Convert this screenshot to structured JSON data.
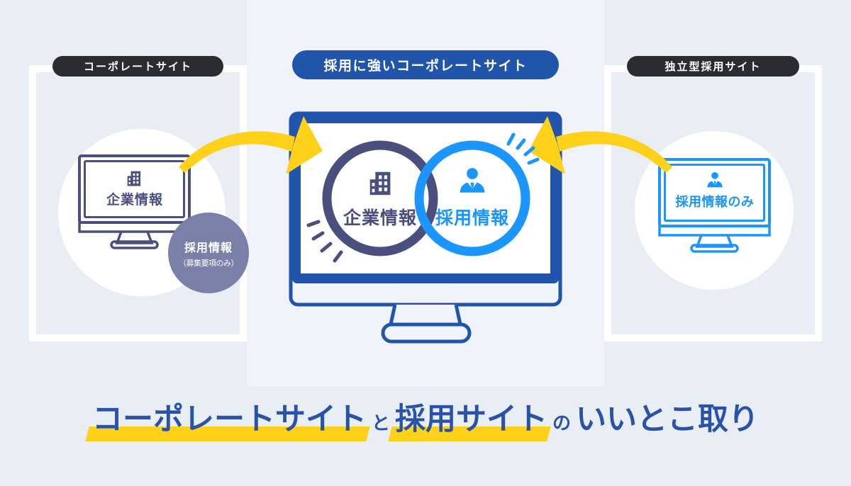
{
  "panels": {
    "left_label": "コーポレートサイト",
    "center_label": "採用に強いコーポレートサイト",
    "right_label": "独立型採用サイト"
  },
  "left_monitor": {
    "screen_label": "企業情報",
    "badge_line1": "採用情報",
    "badge_line2": "（募集要項のみ）"
  },
  "center_monitor": {
    "company_label": "企業情報",
    "recruit_label": "採用情報"
  },
  "right_monitor": {
    "screen_label": "採用情報のみ"
  },
  "title": {
    "part1": "コーポレートサイト",
    "connector1": "と",
    "part2": "採用サイト",
    "connector2": "の",
    "part3": "いいとこ取り"
  },
  "icons": {
    "left_monitor_icon": "building-icon",
    "center_company_icon": "building-icon",
    "center_recruit_icon": "person-icon",
    "right_monitor_icon": "person-icon"
  },
  "colors": {
    "background": "#e9edf4",
    "mid_column": "#f0f3f9",
    "panel_frame": "#ffffff",
    "white": "#ffffff",
    "dark_pill": "#2b2c31",
    "royal_blue": "#2154ab",
    "navy": "#4a4f7d",
    "azure": "#1b95ff",
    "yellow": "#ffd11a",
    "badge_gray": "#7a80a8",
    "title_blue": "#2a53a8"
  }
}
